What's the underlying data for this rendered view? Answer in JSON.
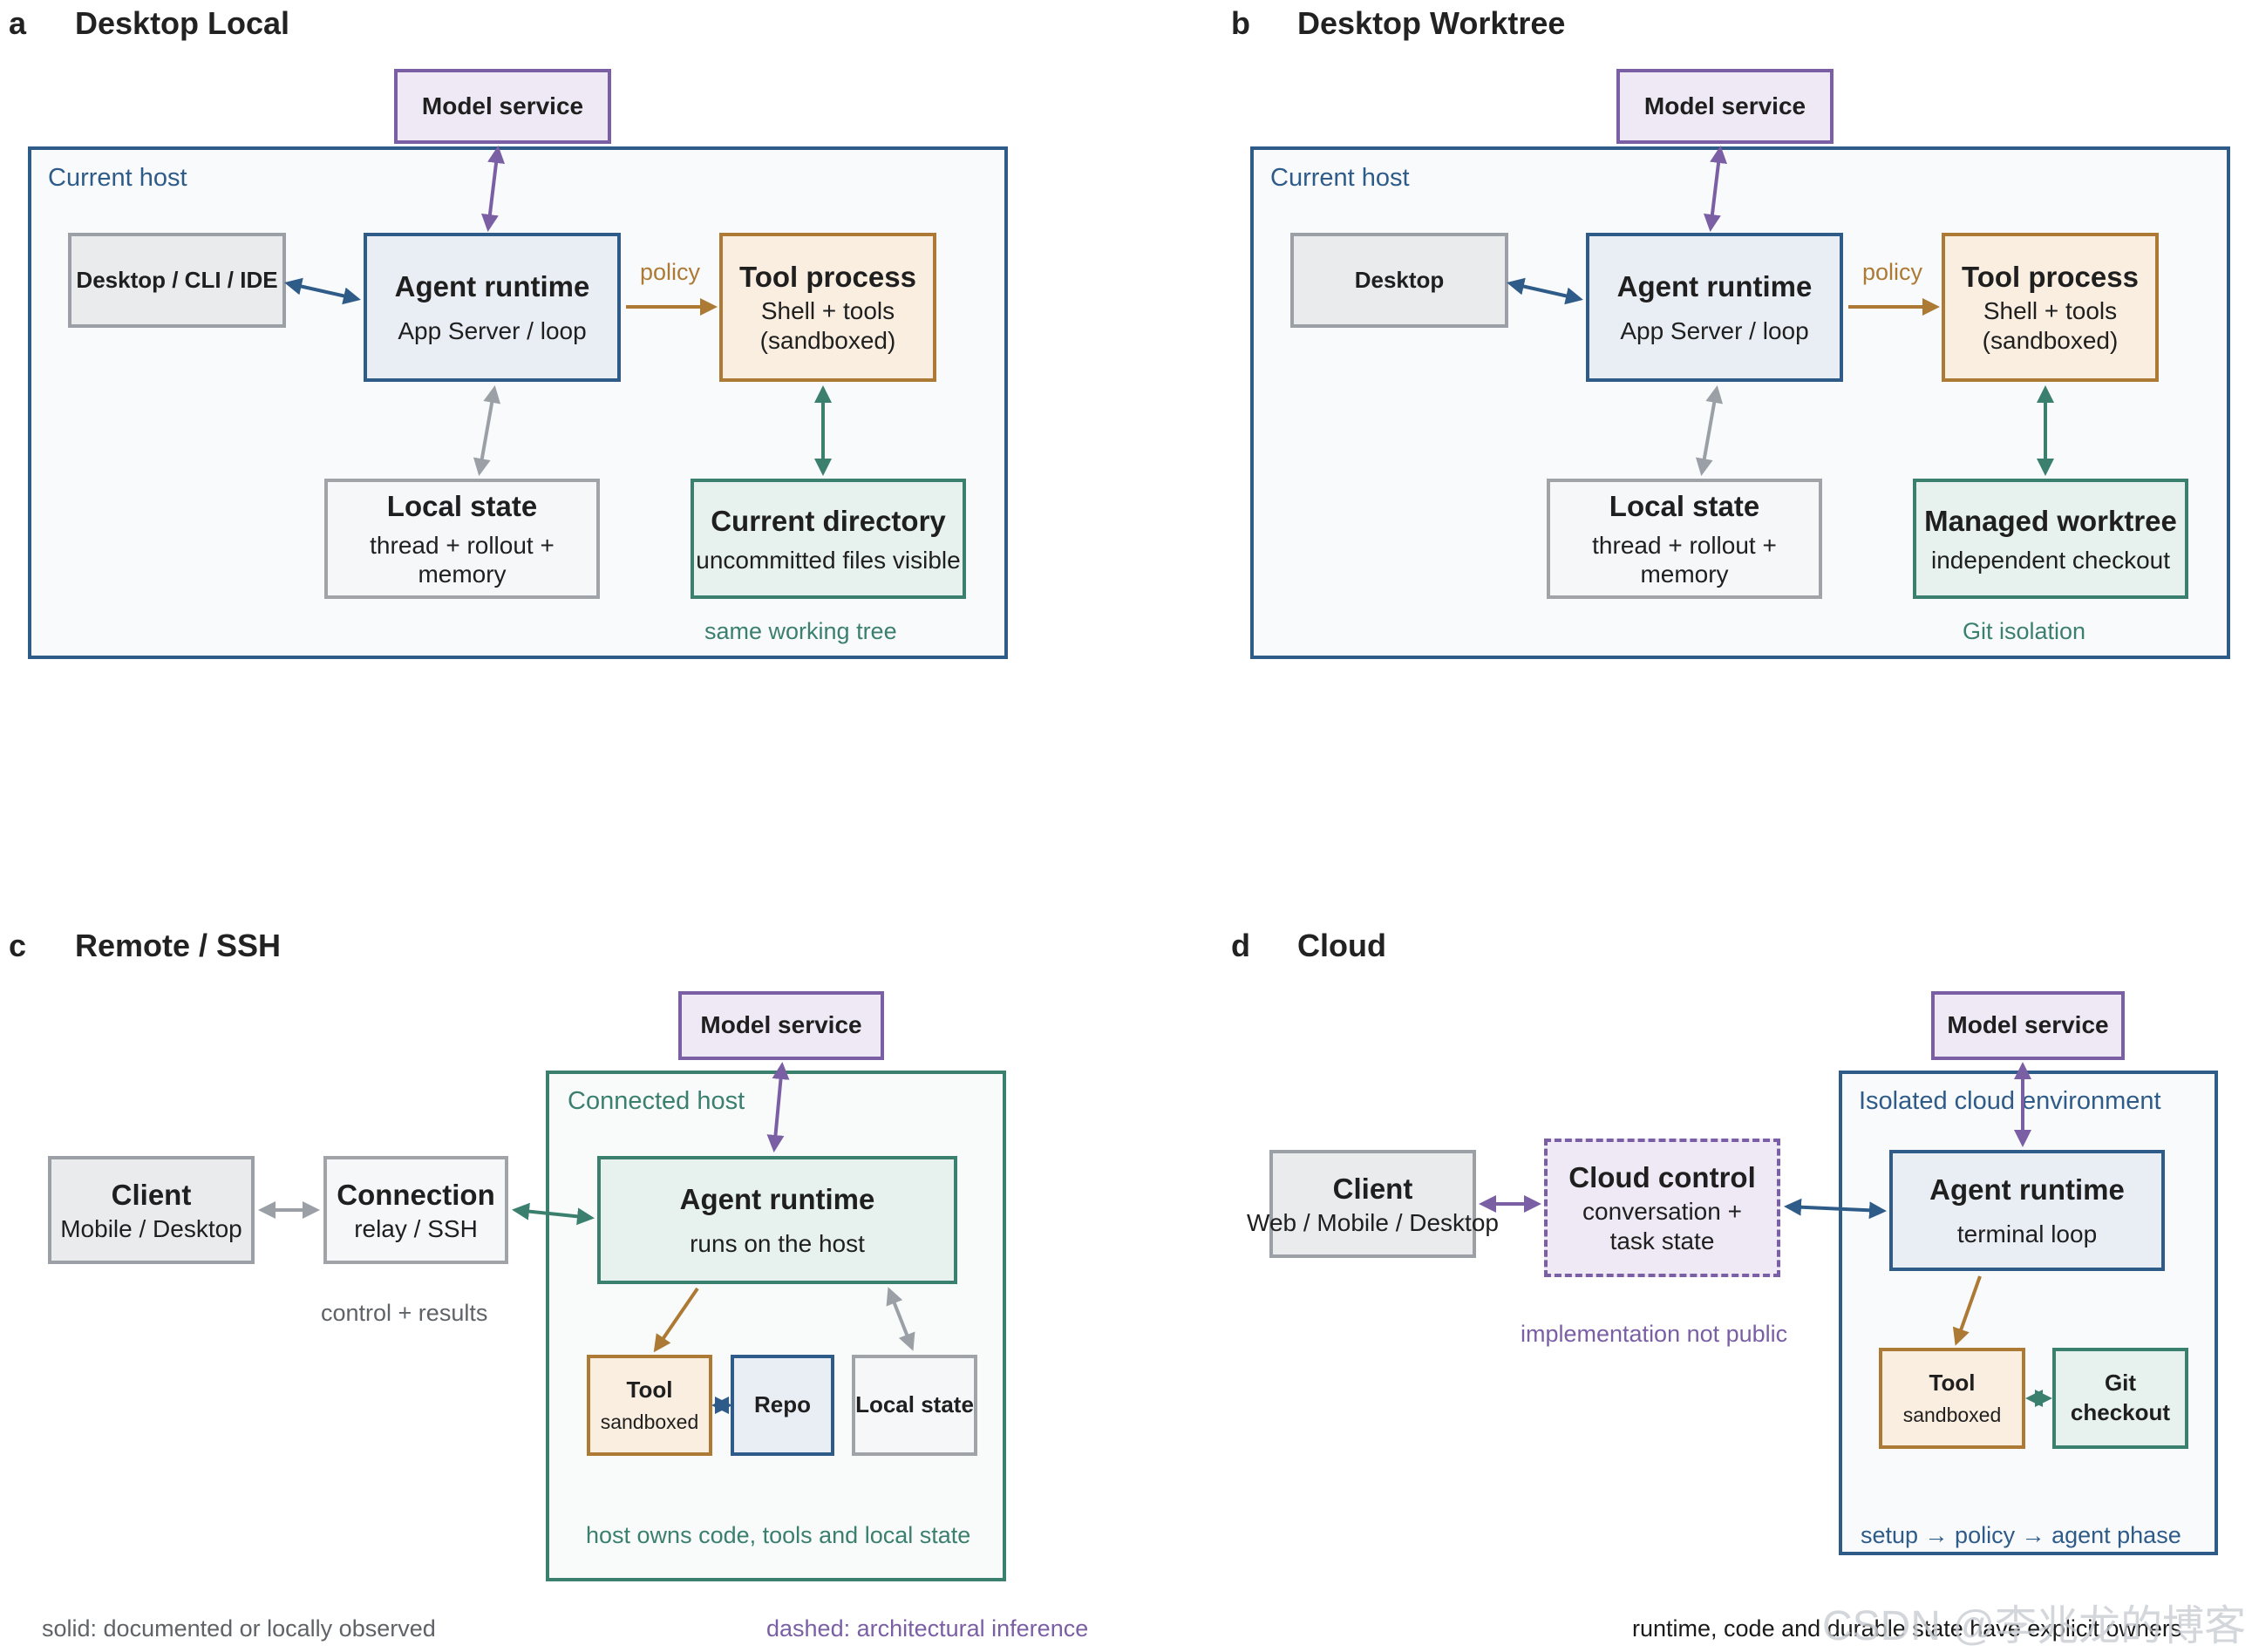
{
  "panel_a": {
    "letter": "a",
    "title": "Desktop Local",
    "model_service": "Model service",
    "host_label": "Current host",
    "client": "Desktop / CLI / IDE",
    "runtime_title": "Agent runtime",
    "runtime_sub": "App Server / loop",
    "policy": "policy",
    "tool_title": "Tool process",
    "tool_line1": "Shell + tools",
    "tool_line2": "(sandboxed)",
    "state_title": "Local state",
    "state_sub": "thread + rollout + memory",
    "dir_title": "Current directory",
    "dir_sub": "uncommitted files visible",
    "note": "same working tree"
  },
  "panel_b": {
    "letter": "b",
    "title": "Desktop Worktree",
    "model_service": "Model service",
    "host_label": "Current host",
    "client": "Desktop",
    "runtime_title": "Agent runtime",
    "runtime_sub": "App Server / loop",
    "policy": "policy",
    "tool_title": "Tool process",
    "tool_line1": "Shell + tools",
    "tool_line2": "(sandboxed)",
    "state_title": "Local state",
    "state_sub": "thread + rollout + memory",
    "wt_title": "Managed worktree",
    "wt_sub": "independent checkout",
    "note": "Git isolation"
  },
  "panel_c": {
    "letter": "c",
    "title": "Remote / SSH",
    "model_service": "Model service",
    "client_title": "Client",
    "client_sub": "Mobile / Desktop",
    "conn_title": "Connection",
    "conn_sub": "relay / SSH",
    "conn_note": "control + results",
    "host_label": "Connected host",
    "runtime_title": "Agent runtime",
    "runtime_sub": "runs on the host",
    "tool_title": "Tool",
    "tool_sub": "sandboxed",
    "repo": "Repo",
    "local_state": "Local state",
    "note": "host owns code, tools and local state"
  },
  "panel_d": {
    "letter": "d",
    "title": "Cloud",
    "model_service": "Model service",
    "client_title": "Client",
    "client_sub": "Web / Mobile / Desktop",
    "cloud_title": "Cloud control",
    "cloud_line1": "conversation +",
    "cloud_line2": "task state",
    "cloud_note": "implementation not public",
    "env_label": "Isolated cloud environment",
    "runtime_title": "Agent runtime",
    "runtime_sub": "terminal loop",
    "tool_title": "Tool",
    "tool_sub": "sandboxed",
    "git_line1": "Git",
    "git_line2": "checkout",
    "note": "setup → policy → agent phase"
  },
  "footer": {
    "solid": "solid: documented or locally observed",
    "dashed": "dashed: architectural inference",
    "owners": "runtime, code and durable state have explicit owners"
  },
  "watermark": "CSDN @李兆龙的博客",
  "colors": {
    "purple": "#7b5fa5",
    "blue": "#2f5b88",
    "orange": "#ad7a35",
    "green": "#3b7f6f",
    "gray": "#9aa0a6"
  }
}
